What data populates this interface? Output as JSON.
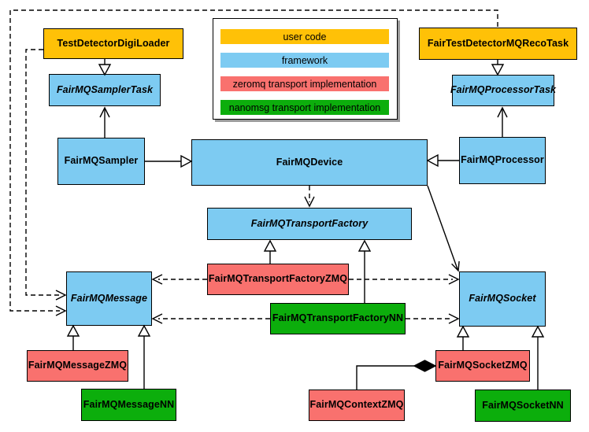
{
  "colors": {
    "user_code": "#FFC107",
    "framework": "#7DCBF2",
    "zeromq": "#F9716E",
    "nanomsg": "#0CAE0C"
  },
  "legend": {
    "items": [
      {
        "label": "user code",
        "color": "#FFC107"
      },
      {
        "label": "framework",
        "color": "#7DCBF2"
      },
      {
        "label": "zeromq transport implementation",
        "color": "#F9716E"
      },
      {
        "label": "nanomsg transport implementation",
        "color": "#0CAE0C"
      }
    ]
  },
  "nodes": {
    "test_detector_digi_loader": {
      "label": "TestDetectorDigiLoader",
      "category": "user_code",
      "abstract": false
    },
    "fair_test_detector_mq_reco_task": {
      "label": "FairTestDetectorMQRecoTask",
      "category": "user_code",
      "abstract": false
    },
    "fairmq_sampler_task": {
      "label": "FairMQSamplerTask",
      "category": "framework",
      "abstract": true
    },
    "fairmq_processor_task": {
      "label": "FairMQProcessorTask",
      "category": "framework",
      "abstract": true
    },
    "fairmq_sampler": {
      "label": "FairMQSampler",
      "category": "framework",
      "abstract": false
    },
    "fairmq_device": {
      "label": "FairMQDevice",
      "category": "framework",
      "abstract": false
    },
    "fairmq_processor": {
      "label": "FairMQProcessor",
      "category": "framework",
      "abstract": false
    },
    "fairmq_transport_factory": {
      "label": "FairMQTransportFactory",
      "category": "framework",
      "abstract": true
    },
    "fairmq_transport_factory_zmq": {
      "label": "FairMQTransportFactoryZMQ",
      "category": "zeromq",
      "abstract": false
    },
    "fairmq_transport_factory_nn": {
      "label": "FairMQTransportFactoryNN",
      "category": "nanomsg",
      "abstract": false
    },
    "fairmq_message": {
      "label": "FairMQMessage",
      "category": "framework",
      "abstract": true
    },
    "fairmq_socket": {
      "label": "FairMQSocket",
      "category": "framework",
      "abstract": true
    },
    "fairmq_message_zmq": {
      "label": "FairMQMessageZMQ",
      "category": "zeromq",
      "abstract": false
    },
    "fairmq_message_nn": {
      "label": "FairMQMessageNN",
      "category": "nanomsg",
      "abstract": false
    },
    "fairmq_context_zmq": {
      "label": "FairMQContextZMQ",
      "category": "zeromq",
      "abstract": false
    },
    "fairmq_socket_zmq": {
      "label": "FairMQSocketZMQ",
      "category": "zeromq",
      "abstract": false
    },
    "fairmq_socket_nn": {
      "label": "FairMQSocketNN",
      "category": "nanomsg",
      "abstract": false
    }
  },
  "edges": [
    {
      "from": "TestDetectorDigiLoader",
      "to": "FairMQSamplerTask",
      "type": "inheritance-hollow-triangle"
    },
    {
      "from": "FairTestDetectorMQRecoTask",
      "to": "FairMQProcessorTask",
      "type": "inheritance-hollow-triangle"
    },
    {
      "from": "FairMQSampler",
      "to": "FairMQSamplerTask",
      "type": "open-arrow"
    },
    {
      "from": "FairMQProcessor",
      "to": "FairMQProcessorTask",
      "type": "open-arrow"
    },
    {
      "from": "FairMQSampler",
      "to": "FairMQDevice",
      "type": "inheritance-hollow-triangle"
    },
    {
      "from": "FairMQProcessor",
      "to": "FairMQDevice",
      "type": "inheritance-hollow-triangle"
    },
    {
      "from": "FairMQDevice",
      "to": "FairMQTransportFactory",
      "type": "dashed-dependency"
    },
    {
      "from": "FairMQDevice",
      "to": "FairMQSocket",
      "type": "open-arrow"
    },
    {
      "from": "FairMQTransportFactoryZMQ",
      "to": "FairMQTransportFactory",
      "type": "inheritance-hollow-triangle"
    },
    {
      "from": "FairMQTransportFactoryNN",
      "to": "FairMQTransportFactory",
      "type": "inheritance-hollow-triangle"
    },
    {
      "from": "FairMQTransportFactoryZMQ",
      "to": "FairMQMessage",
      "type": "dashed-dependency"
    },
    {
      "from": "FairMQTransportFactoryZMQ",
      "to": "FairMQSocket",
      "type": "dashed-dependency"
    },
    {
      "from": "FairMQTransportFactoryNN",
      "to": "FairMQMessage",
      "type": "dashed-dependency"
    },
    {
      "from": "FairMQTransportFactoryNN",
      "to": "FairMQSocket",
      "type": "dashed-dependency"
    },
    {
      "from": "TestDetectorDigiLoader",
      "to": "FairMQMessage",
      "type": "dashed-dependency"
    },
    {
      "from": "FairTestDetectorMQRecoTask",
      "to": "FairMQMessage",
      "type": "dashed-dependency"
    },
    {
      "from": "FairMQMessageZMQ",
      "to": "FairMQMessage",
      "type": "inheritance-hollow-triangle"
    },
    {
      "from": "FairMQMessageNN",
      "to": "FairMQMessage",
      "type": "inheritance-hollow-triangle"
    },
    {
      "from": "FairMQSocketZMQ",
      "to": "FairMQSocket",
      "type": "inheritance-hollow-triangle"
    },
    {
      "from": "FairMQSocketNN",
      "to": "FairMQSocket",
      "type": "inheritance-hollow-triangle"
    },
    {
      "from": "FairMQContextZMQ",
      "to": "FairMQSocketZMQ",
      "type": "composition-filled-diamond"
    }
  ]
}
